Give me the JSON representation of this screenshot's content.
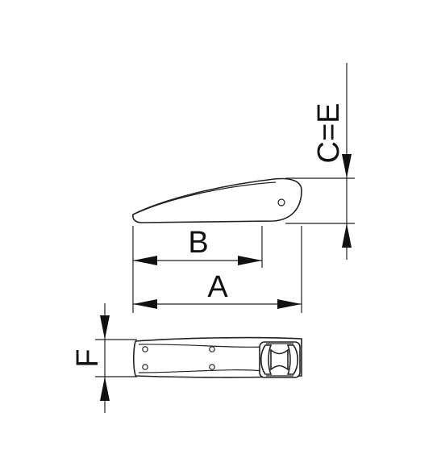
{
  "diagram": {
    "labels": {
      "A": "A",
      "B": "B",
      "CE": "C=E",
      "F": "F"
    },
    "colors": {
      "line": "#222222",
      "background": "#ffffff"
    }
  }
}
